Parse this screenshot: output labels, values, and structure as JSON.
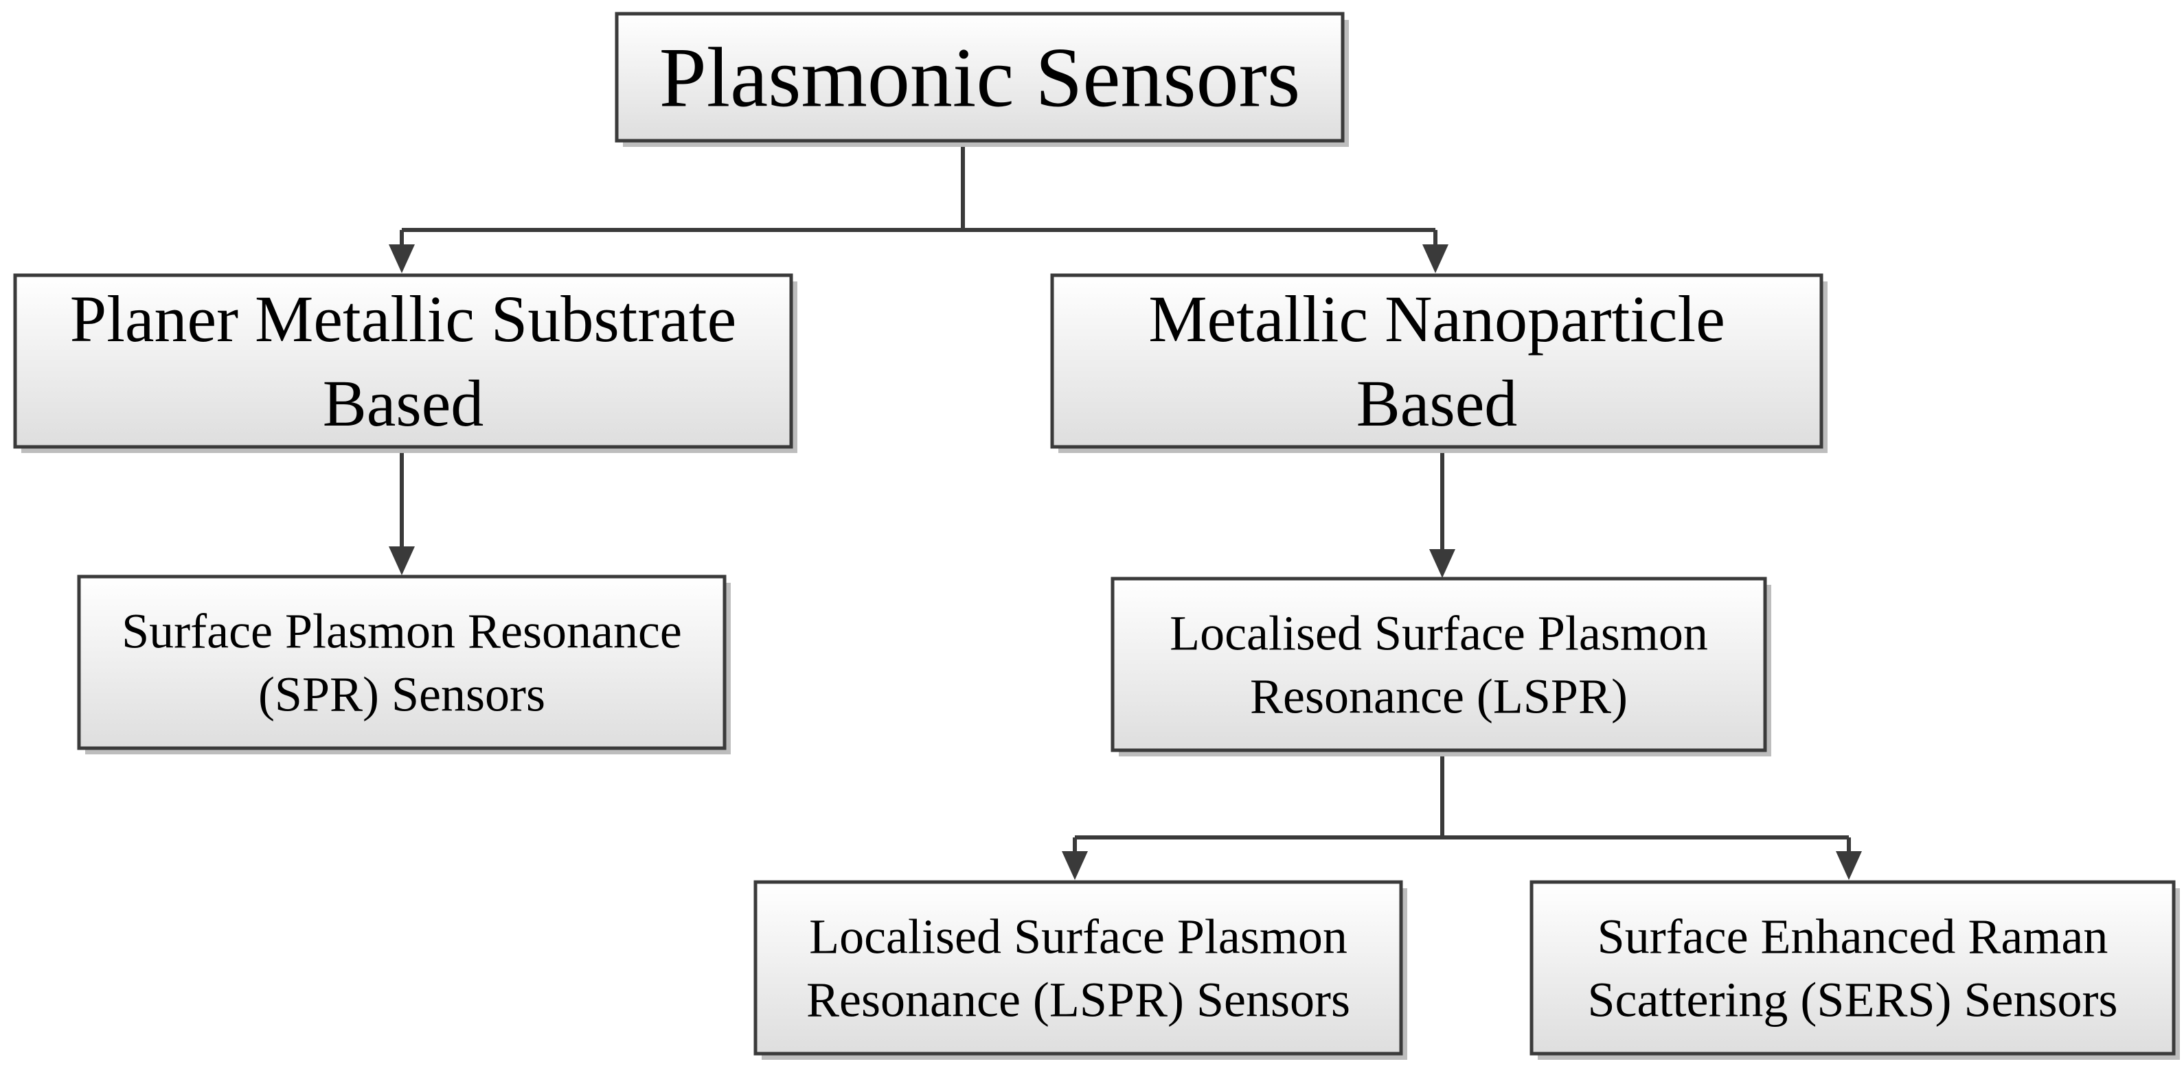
{
  "diagram": {
    "colors": {
      "box_gradient_top": "#ffffff",
      "box_gradient_bottom": "#dedede",
      "stroke": "#3a3a3a",
      "shadow": "#bdbdbd"
    },
    "root": {
      "lines": [
        "Plasmonic Sensors"
      ]
    },
    "planer_branch": {
      "lines": [
        "Planer Metallic Substrate",
        "Based"
      ]
    },
    "nanoparticle_branch": {
      "lines": [
        "Metallic Nanoparticle",
        "Based"
      ]
    },
    "spr_sensors": {
      "lines": [
        "Surface Plasmon Resonance",
        "(SPR) Sensors"
      ]
    },
    "lspr": {
      "lines": [
        "Localised Surface Plasmon",
        "Resonance (LSPR)"
      ]
    },
    "lspr_sensors": {
      "lines": [
        "Localised Surface Plasmon",
        "Resonance (LSPR) Sensors"
      ]
    },
    "sers_sensors": {
      "lines": [
        "Surface Enhanced Raman",
        "Scattering (SERS) Sensors"
      ]
    }
  }
}
